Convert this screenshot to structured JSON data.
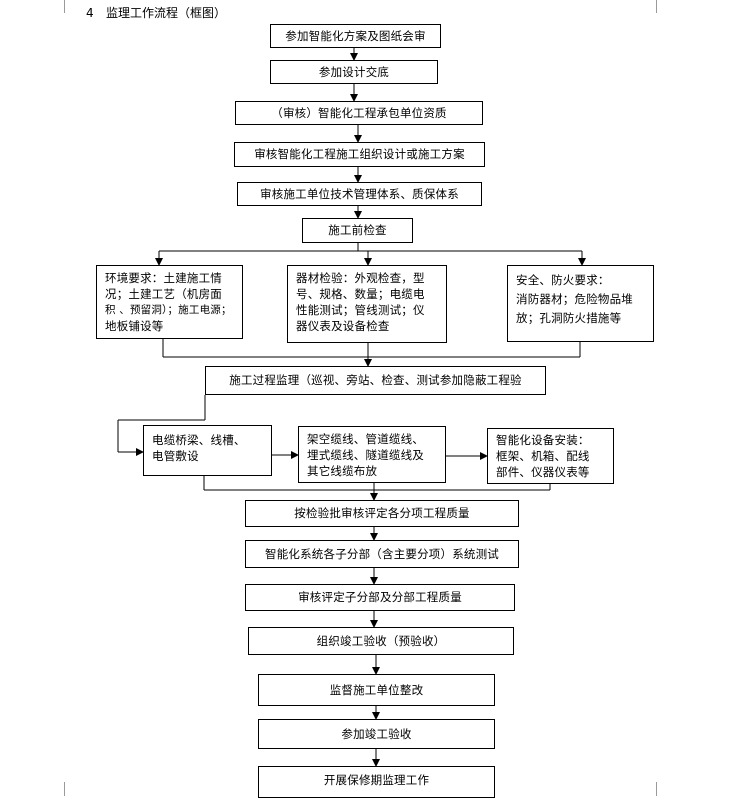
{
  "section": {
    "number": "4",
    "title": "监理工作流程（框图）"
  },
  "flow": {
    "step1": "参加智能化方案及图纸会审",
    "step2": "参加设计交底",
    "step3": "（审核）智能化工程承包单位资质",
    "step4": "审核智能化工程施工组织设计或施工方案",
    "step5": "审核施工单位技术管理体系、质保体系",
    "step6": "施工前检查",
    "check_env": [
      "环境要求：土建施工情",
      "况；土建工艺（机房面",
      "积 、预留洞）；施工电源；",
      "地板铺设等"
    ],
    "check_material": [
      "器材检验：外观检查，型",
      "号、规格、数量；电缆电",
      "性能测试；管线测试；仪",
      "器仪表及设备检查"
    ],
    "check_safety": [
      "安全、防火要求：",
      "消防器材；危险物品堆",
      "放；孔洞防火措施等"
    ],
    "step7": "施工过程监理（巡视、旁站、检查、测试参加隐蔽工程验",
    "sub_cable_tray": [
      "电缆桥梁、线槽、",
      "电管敷设"
    ],
    "sub_cabling": [
      "架空缆线、管道缆线、",
      "埋式缆线、隧道缆线及",
      "其它线缆布放"
    ],
    "sub_equipment": [
      "智能化设备安装：",
      "框架、机箱、配线",
      "部件、仪器仪表等"
    ],
    "step8": "按检验批审核评定各分项工程质量",
    "step9": "智能化系统各子分部（含主要分项）系统测试",
    "step10": "审核评定子分部及分部工程质量",
    "step11": "组织竣工验收（预验收）",
    "step12": "监督施工单位整改",
    "step13": "参加竣工验收",
    "step14": "开展保修期监理工作"
  }
}
